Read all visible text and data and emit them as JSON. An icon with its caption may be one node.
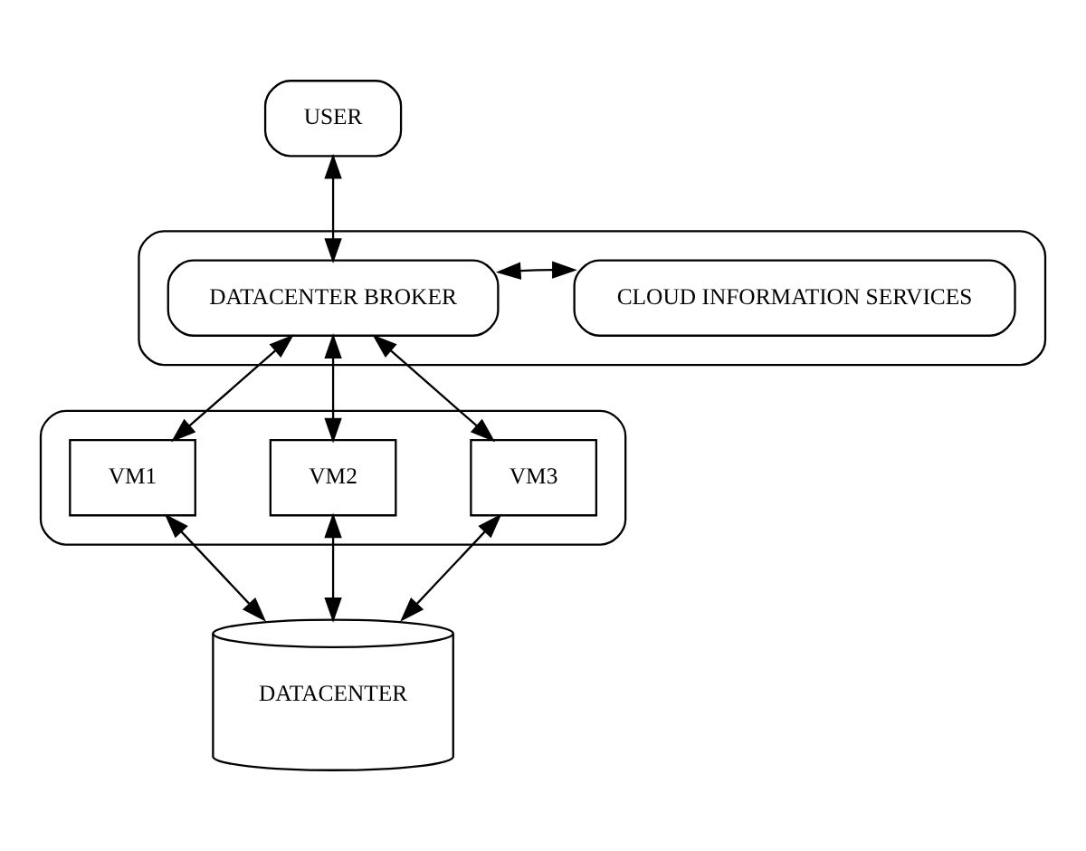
{
  "diagram": {
    "nodes": [
      {
        "text": [
          "USER"
        ]
      },
      {
        "text": [],
        "shape": "box"
      },
      {
        "text": [
          "DATACENTER BROKER"
        ],
        "in": 1
      },
      {
        "text": [
          "CLOUD INFORMATION SERVICES"
        ],
        "in": 1
      },
      {
        "text": [],
        "shape": "box"
      },
      {
        "text": [
          "VM1"
        ],
        "in": 4
      },
      {
        "text": [
          "VM2"
        ],
        "in": 4
      },
      {
        "text": [
          "VM3"
        ],
        "in": 4
      },
      {
        "text": [
          "DATACENTER"
        ]
      }
    ],
    "edges": [
      {
        "from": 0,
        "to": 2,
        "arrow": "both"
      },
      {
        "from": 2,
        "to": 3,
        "arrow": "both"
      },
      {
        "from": 2,
        "to": 5,
        "arrow": "both"
      },
      {
        "from": 2,
        "to": 6,
        "arrow": "both"
      },
      {
        "from": 2,
        "to": 7,
        "arrow": "both"
      },
      {
        "from": 5,
        "to": 8,
        "arrow": "both"
      },
      {
        "from": 6,
        "to": 8,
        "arrow": "both"
      },
      {
        "from": 7,
        "to": 8,
        "arrow": "both"
      }
    ]
  }
}
